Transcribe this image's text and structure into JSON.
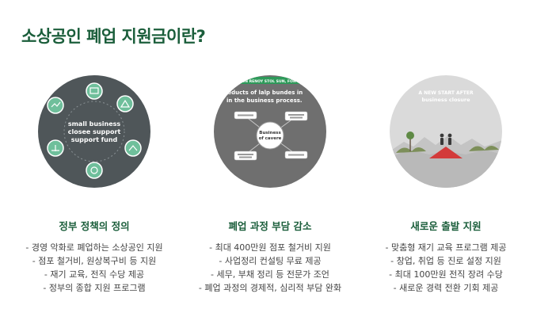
{
  "page": {
    "title": "소상공인 폐업 지원금이란?"
  },
  "cards": [
    {
      "title": "정부 정책의 정의",
      "image_text": [
        "small business",
        "closee support",
        "support fund"
      ],
      "bullets": [
        "- 경영 악화로 폐업하는 소상공인 지원",
        "- 점포 철거비, 원상복구비 등 지원",
        "- 재기 교육, 전직 수당 제공",
        "- 정부의 종합 지원 프로그램"
      ]
    },
    {
      "title": "폐업 과정 부담 감소",
      "image_text": {
        "banner": "REDUCTION RENOY STOL SUN, FOR FOTORES",
        "heading_1": "Reducts of lalp bundes in",
        "heading_2": "in the business process.",
        "center_1": "Business",
        "center_2": "of cavere"
      },
      "bullets": [
        "- 최대 400만원 점포 철거비 지원",
        "- 사업정리 컨설팅 무료 제공",
        "- 세무, 부채 정리 등 전문가 조언",
        "- 폐업 과정의 경제적, 심리적 부담 완화"
      ]
    },
    {
      "title": "새로운 출발 지원",
      "image_text": [
        "A NEW START AFTER",
        "business closure"
      ],
      "bullets": [
        "- 맞춤형 재기 교육 프로그램 제공",
        "- 창업, 취업 등 진로 설정 지원",
        "- 최대 100만원 전직 장려 수당",
        "- 새로운 경력 전환 기회 제공"
      ]
    }
  ],
  "colors": {
    "title_green": "#1b5e3b",
    "accent_green": "#5fae8c",
    "banner_green": "#2e9a5a"
  }
}
